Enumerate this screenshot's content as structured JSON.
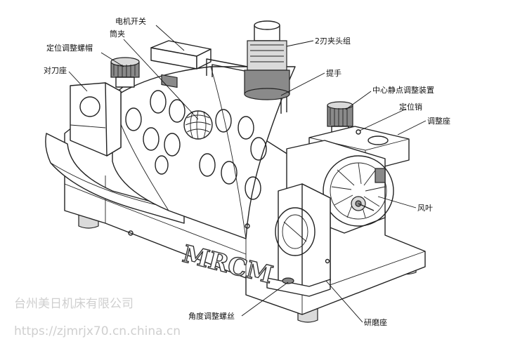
{
  "labels": {
    "motor_switch": "电机开关",
    "collet": "筒夹",
    "positioning_nut": "定位调整螺帽",
    "alignment_seat": "对刀座",
    "chuck_group": "2刃夹头组",
    "handle": "提手",
    "center_adjust": "中心静点调整装置",
    "locating_pin": "定位销",
    "adjust_seat": "调整座",
    "fan": "风叶",
    "angle_screw": "角度调整螺丝",
    "grinding_seat": "研磨座"
  },
  "brand": "MRCM",
  "watermark": {
    "company": "台州美日机床有限公司",
    "url": "https://zjmrjx70.cn.china.cn"
  }
}
